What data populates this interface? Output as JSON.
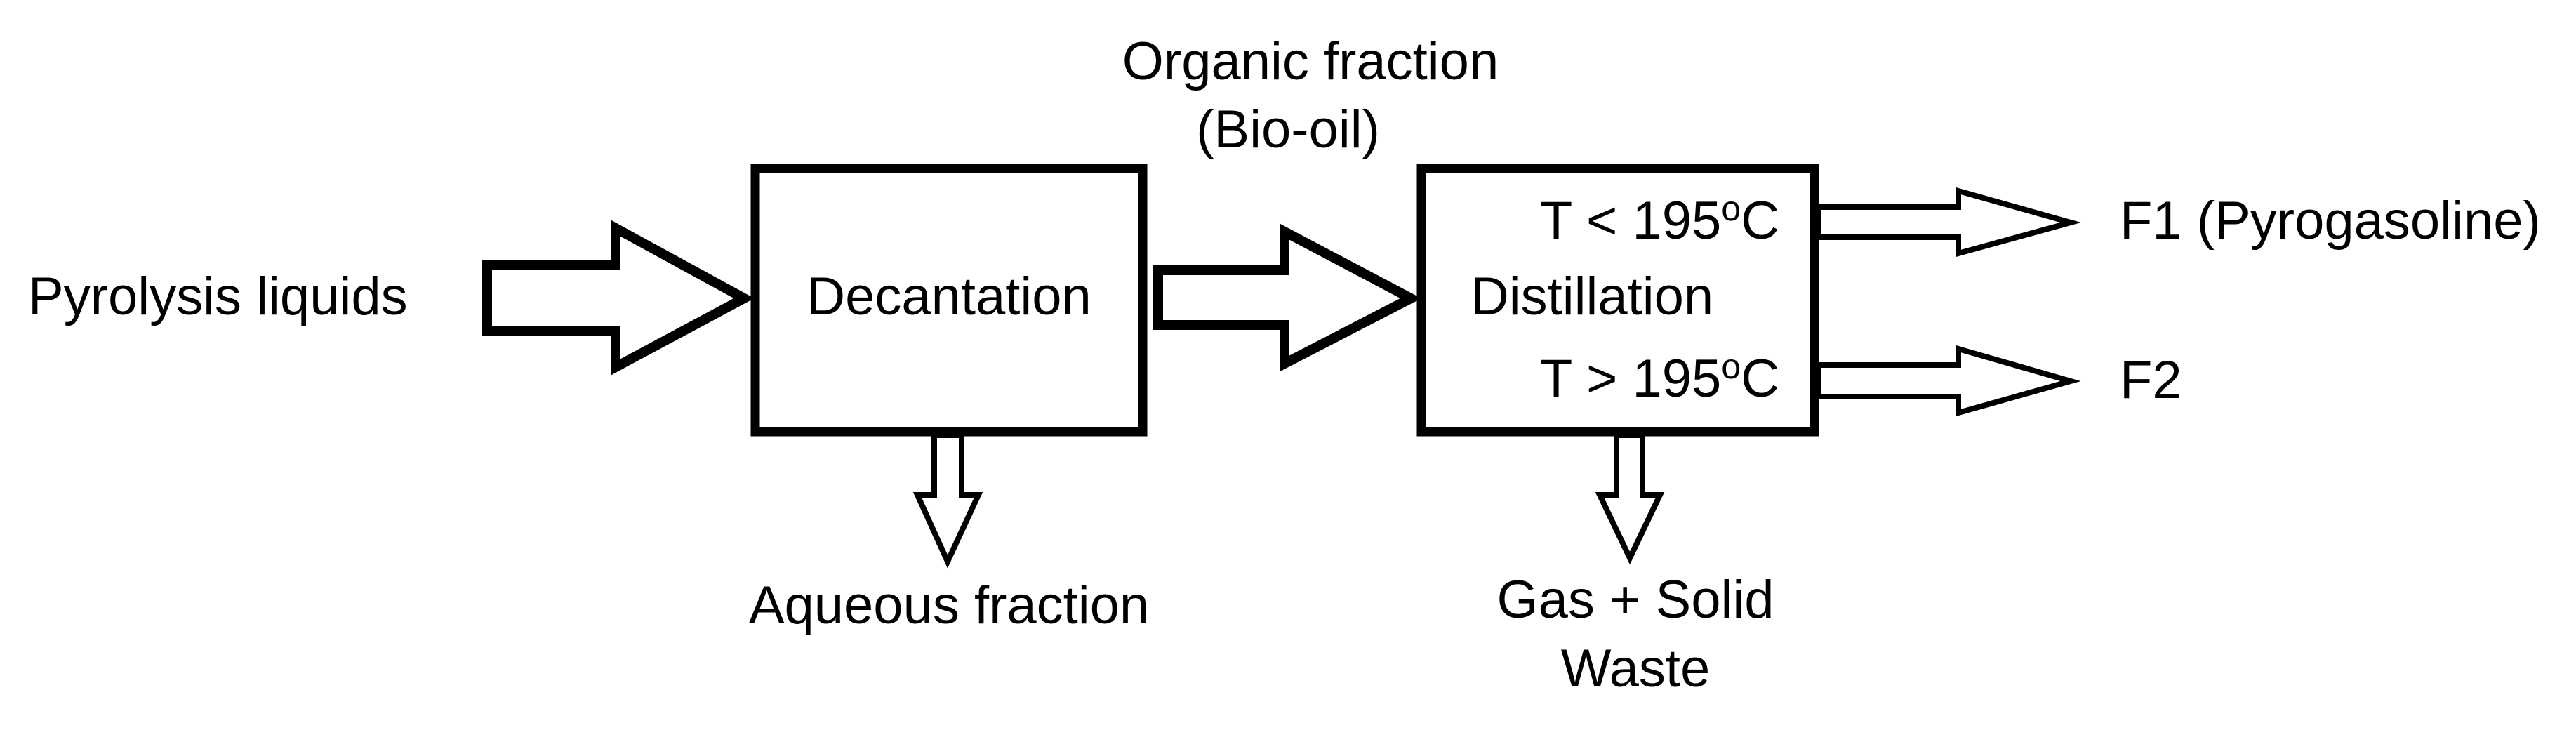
{
  "input_label": "Pyrolysis liquids",
  "decantation": {
    "label": "Decantation"
  },
  "organic_fraction": {
    "line1": "Organic fraction",
    "line2": "(Bio-oil)"
  },
  "aqueous_fraction": "Aqueous fraction",
  "distillation": {
    "label": "Distillation",
    "low_temp": {
      "prefix": "T < 195",
      "superscript": "o",
      "suffix": "C"
    },
    "high_temp": {
      "prefix": "T > 195",
      "superscript": "o",
      "suffix": "C"
    }
  },
  "outputs": {
    "f1": "F1 (Pyrogasoline)",
    "f2": "F2"
  },
  "waste": {
    "line1": "Gas + Solid",
    "line2": "Waste"
  }
}
